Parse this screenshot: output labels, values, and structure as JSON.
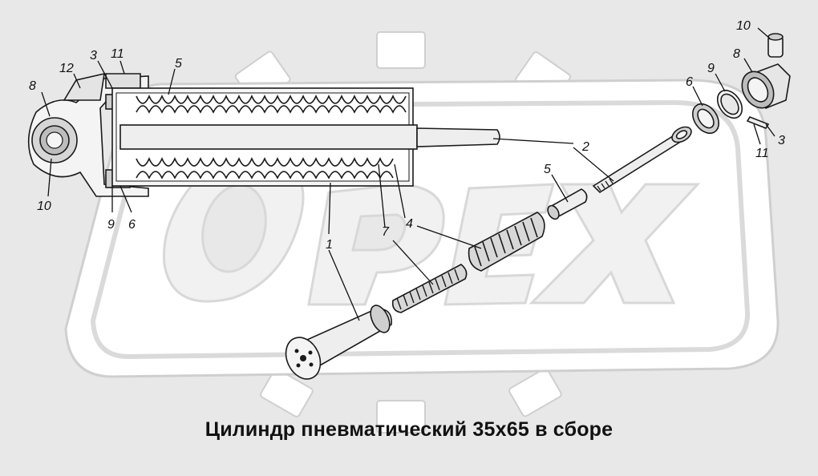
{
  "caption": "Цилиндр пневматический 35х65 в сборе",
  "watermark": "ОРЕХ",
  "colors": {
    "background": "#e8e8e8",
    "watermark_fill": "#ffffff",
    "watermark_outline": "#cfcfcf",
    "part_fill": "#f4f4f4",
    "part_shade": "#bdbdbd",
    "line": "#111111"
  },
  "callouts": {
    "c1_top": "1",
    "c2": "2",
    "c3_left": "3",
    "c3_right": "3",
    "c4_assembly": "4",
    "c4_exploded": "4",
    "c5_assembly": "5",
    "c5_exploded": "5",
    "c6_left": "6",
    "c6_right": "6",
    "c7_assembly": "7",
    "c7_exploded": "7",
    "c8_left": "8",
    "c8_right": "8",
    "c9_left": "9",
    "c9_right": "9",
    "c10_left": "10",
    "c10_right": "10",
    "c11_left": "11",
    "c11_right": "11",
    "c12": "12"
  }
}
